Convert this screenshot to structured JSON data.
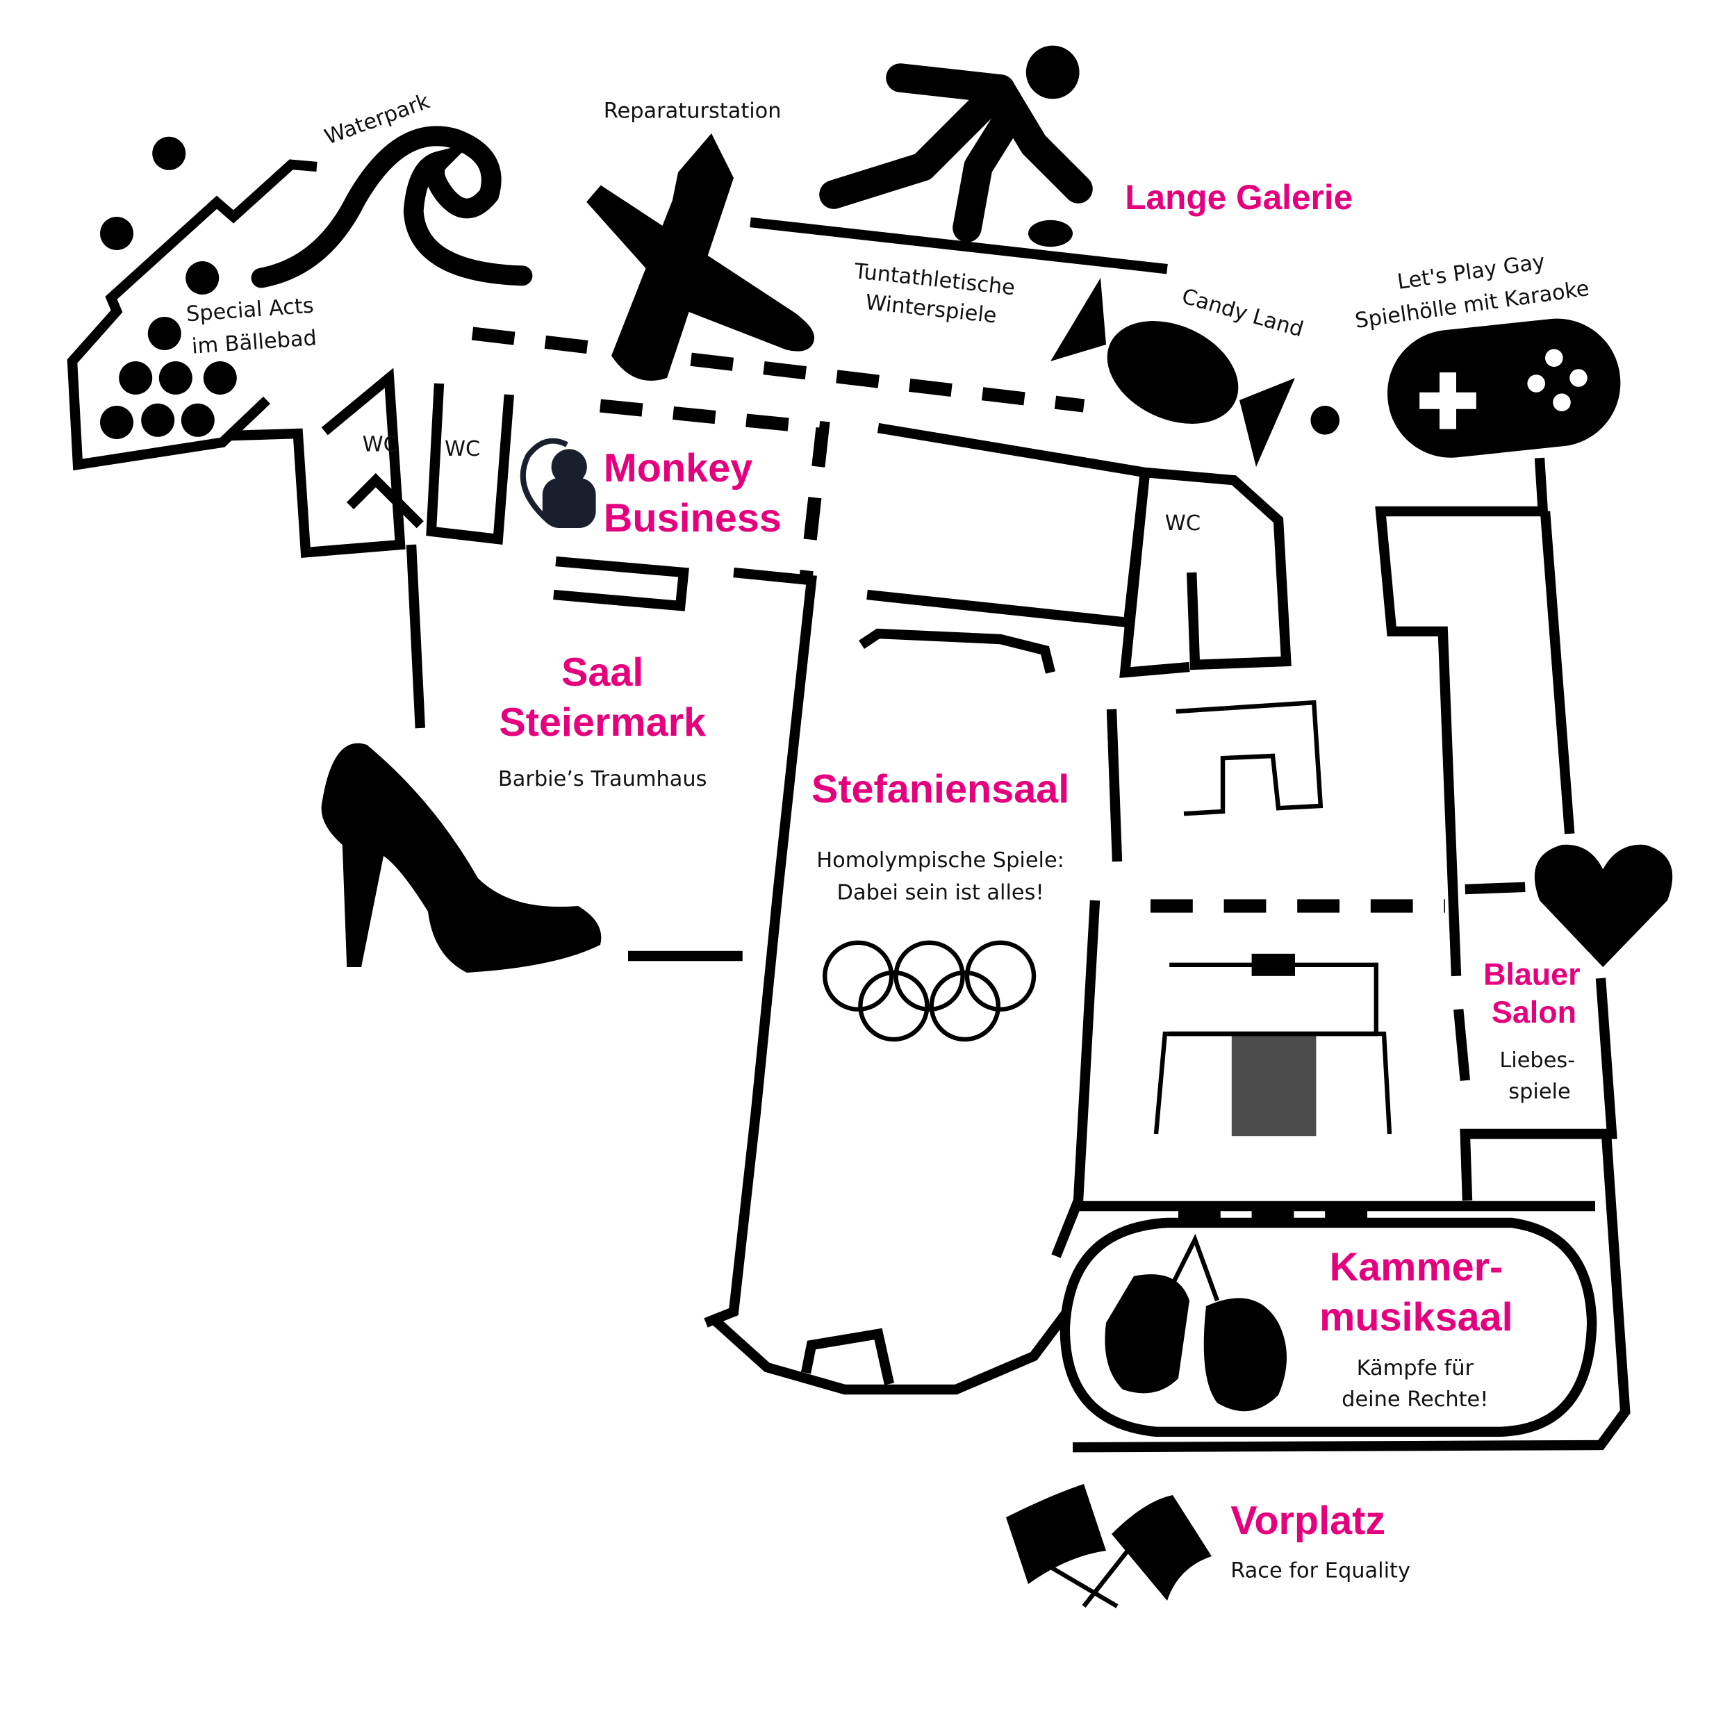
{
  "accent_color": "#e5007d",
  "rooms": {
    "waterpark": "Waterpark",
    "special_acts_1": "Special Acts",
    "special_acts_2": "im Bällebad",
    "reparatur": "Reparaturstation",
    "lange_galerie": "Lange Galerie",
    "tunt_1": "Tuntathletische",
    "tunt_2": "Winterspiele",
    "candy_land": "Candy Land",
    "letsplay_1": "Let's Play Gay",
    "letsplay_2": "Spielhölle mit Karaoke",
    "wc_1": "WC",
    "wc_2": "WC",
    "wc_3": "WC",
    "monkey_1": "Monkey",
    "monkey_2": "Business",
    "saal_1": "Saal",
    "saal_2": "Steiermark",
    "saal_sub": "Barbie’s Traumhaus",
    "stefanie": "Stefaniensaal",
    "stefanie_sub_1": "Homolympische Spiele:",
    "stefanie_sub_2": "Dabei sein ist alles!",
    "blauer_1": "Blauer",
    "blauer_2": "Salon",
    "blauer_sub_1": "Liebes-",
    "blauer_sub_2": "spiele",
    "kammer_1": "Kammer-",
    "kammer_2": "musiksaal",
    "kammer_sub_1": "Kämpfe für",
    "kammer_sub_2": "deine Rechte!",
    "vorplatz": "Vorplatz",
    "vorplatz_sub": "Race for Equality"
  }
}
